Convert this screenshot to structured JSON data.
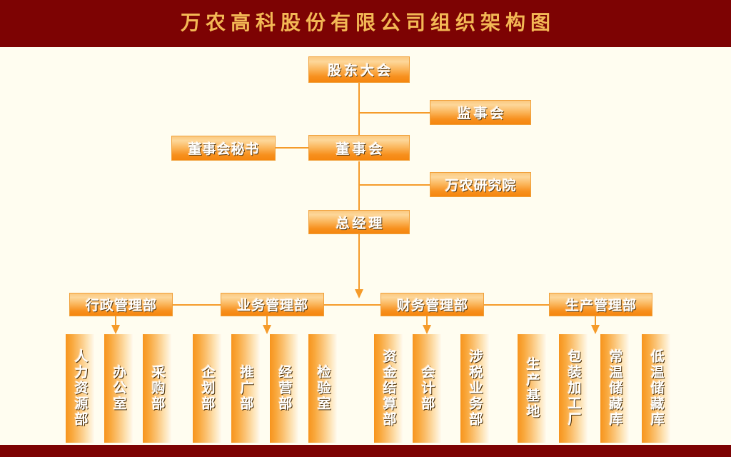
{
  "header": {
    "title": "万农高科股份有限公司组织架构图",
    "band_color": "#7d0303",
    "title_color": "#f3b855"
  },
  "footer": {
    "band_color": "#7d0303"
  },
  "theme": {
    "background": "#fffdf0",
    "connector": "#f59b2a",
    "box_orange_dark": "#f7901e",
    "box_orange_light": "#fdd79a",
    "box_text": "#ffffff"
  },
  "chart_data": {
    "type": "diagram",
    "title": "万农高科股份有限公司组织架构图",
    "nodes": [
      {
        "id": "shareholders",
        "label": "股东大会",
        "level": 0
      },
      {
        "id": "supervisors",
        "label": "监事会",
        "level": 1
      },
      {
        "id": "board",
        "label": "董事会",
        "level": 1
      },
      {
        "id": "board_secretary",
        "label": "董事会秘书",
        "level": 1
      },
      {
        "id": "research_institute",
        "label": "万农研究院",
        "level": 2
      },
      {
        "id": "general_manager",
        "label": "总经理",
        "level": 2
      },
      {
        "id": "admin_dept",
        "label": "行政管理部",
        "level": 3
      },
      {
        "id": "business_dept",
        "label": "业务管理部",
        "level": 3
      },
      {
        "id": "finance_dept",
        "label": "财务管理部",
        "level": 3
      },
      {
        "id": "production_dept",
        "label": "生产管理部",
        "level": 3
      }
    ],
    "edges": [
      {
        "from": "shareholders",
        "to": "board"
      },
      {
        "from": "shareholders",
        "to": "supervisors"
      },
      {
        "from": "board",
        "to": "board_secretary"
      },
      {
        "from": "board",
        "to": "research_institute"
      },
      {
        "from": "board",
        "to": "general_manager"
      },
      {
        "from": "general_manager",
        "to": "admin_dept"
      },
      {
        "from": "general_manager",
        "to": "business_dept"
      },
      {
        "from": "general_manager",
        "to": "finance_dept"
      },
      {
        "from": "general_manager",
        "to": "production_dept"
      }
    ]
  },
  "nodes": {
    "shareholders": "股东大会",
    "supervisors": "监事会",
    "board": "董事会",
    "board_secretary": "董事会秘书",
    "research_institute": "万农研究院",
    "general_manager": "总经理"
  },
  "departments": [
    {
      "id": "admin",
      "label": "行政管理部"
    },
    {
      "id": "business",
      "label": "业务管理部"
    },
    {
      "id": "finance",
      "label": "财务管理部"
    },
    {
      "id": "production",
      "label": "生产管理部"
    }
  ],
  "subunits": {
    "admin": [
      "人力资源部",
      "办公室",
      "采购部"
    ],
    "business": [
      "企划部",
      "推广部",
      "经营部",
      "检验室"
    ],
    "finance": [
      "资金结算部",
      "会计部",
      "涉税业务部"
    ],
    "production": [
      "生产基地",
      "包装加工厂",
      "常温储藏库",
      "低温储藏库"
    ]
  }
}
